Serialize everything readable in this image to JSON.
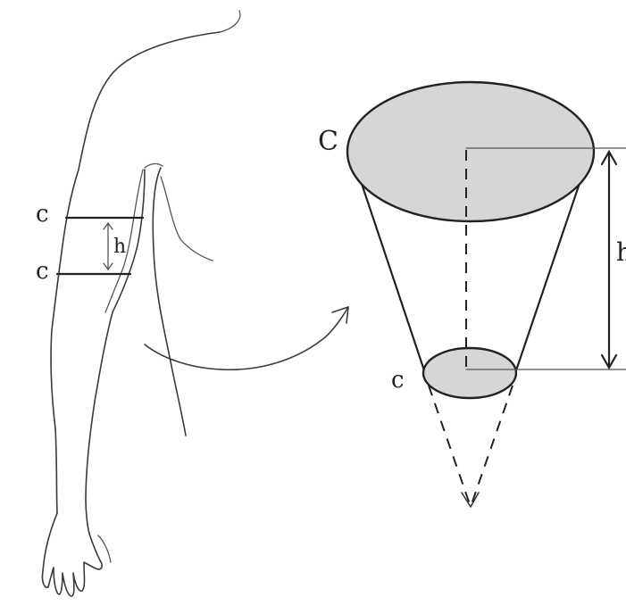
{
  "labels": {
    "arm_upper_circumference": "c",
    "arm_lower_circumference": "c",
    "arm_height": "h",
    "cone_top_circumference": "C",
    "cone_bottom_circumference": "c",
    "cone_height": "h"
  },
  "colors": {
    "ink": "#222222",
    "shading": "#d6d6d6",
    "background": "#ffffff"
  }
}
